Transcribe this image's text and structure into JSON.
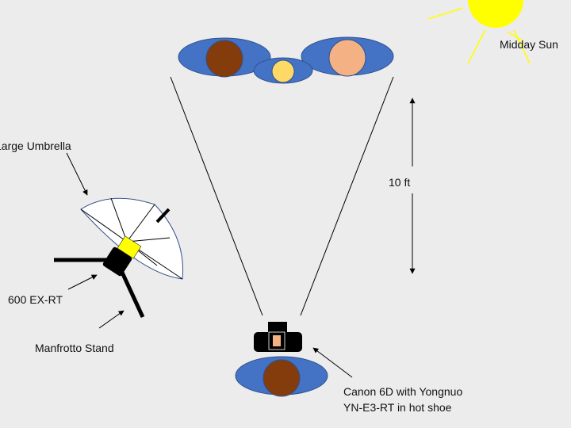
{
  "labels": {
    "sun": "Midday Sun",
    "umbrella": "Large Umbrella",
    "distance": "10 ft",
    "flash": "600 EX-RT",
    "stand": "Manfrotto Stand",
    "camera_line1": "Canon 6D with Yongnuo",
    "camera_line2": "YN-E3-RT in hot shoe"
  },
  "colors": {
    "background": "#ececec",
    "subject_body": "#4472c4",
    "skin_dark": "#843c0c",
    "skin_light": "#f4b183",
    "skin_child": "#ffd966",
    "sun": "#ffff00",
    "flash_head": "#ffff00",
    "equipment": "#000000",
    "camera_screen": "#f4b183"
  },
  "icons": {
    "sun": "sun-icon",
    "umbrella": "umbrella-icon",
    "flash": "flash-icon",
    "camera": "camera-icon"
  }
}
